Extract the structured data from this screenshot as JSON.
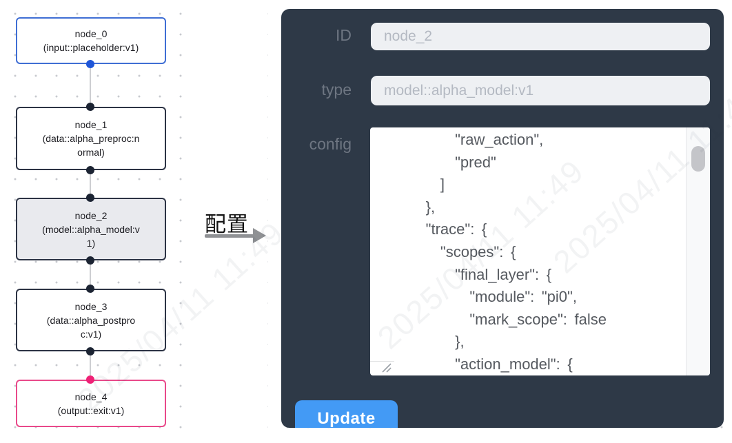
{
  "canvas": {
    "nodes": [
      {
        "id": "node_0",
        "title": "node_0",
        "subtitle": "(input::placeholder:v1)",
        "variant": "input"
      },
      {
        "id": "node_1",
        "title": "node_1",
        "subtitle": "(data::alpha_preproc:normal)",
        "variant": "default"
      },
      {
        "id": "node_2",
        "title": "node_2",
        "subtitle": "(model::alpha_model:v1)",
        "variant": "selected"
      },
      {
        "id": "node_3",
        "title": "node_3",
        "subtitle": "(data::alpha_postproc:v1)",
        "variant": "default"
      },
      {
        "id": "node_4",
        "title": "node_4",
        "subtitle": "(output::exit:v1)",
        "variant": "output"
      }
    ],
    "port_colors": {
      "input": "#1f56d8",
      "default": "#1c2433",
      "output": "#ef2176"
    }
  },
  "annotation": {
    "label": "配置",
    "arrow": "right"
  },
  "panel": {
    "id_field": {
      "label": "ID",
      "value": "node_2"
    },
    "type_field": {
      "label": "type",
      "value": "model::alpha_model:v1"
    },
    "config_field": {
      "label": "config",
      "text": "          \"raw_action\",\n          \"pred\"\n        ]\n      },\n      \"trace\": {\n        \"scopes\": {\n          \"final_layer\": {\n            \"module\": \"pi0\",\n            \"mark_scope\": false\n          },\n          \"action_model\": {"
    },
    "update_label": "Update"
  },
  "watermark": {
    "text": "2025/04/11 11:49"
  },
  "colors": {
    "panel_bg": "#2e3947",
    "node_border_default": "#2c3344",
    "node_border_input": "#3f6ed4",
    "node_border_output": "#e9498a",
    "node_selected_bg": "#e9eaee",
    "port_input": "#1f56d8",
    "port_default": "#1c2433",
    "port_output": "#ef2176",
    "update_button_bg": "#439af5",
    "input_bg": "#eef0f3",
    "label_text": "#6e7682"
  }
}
